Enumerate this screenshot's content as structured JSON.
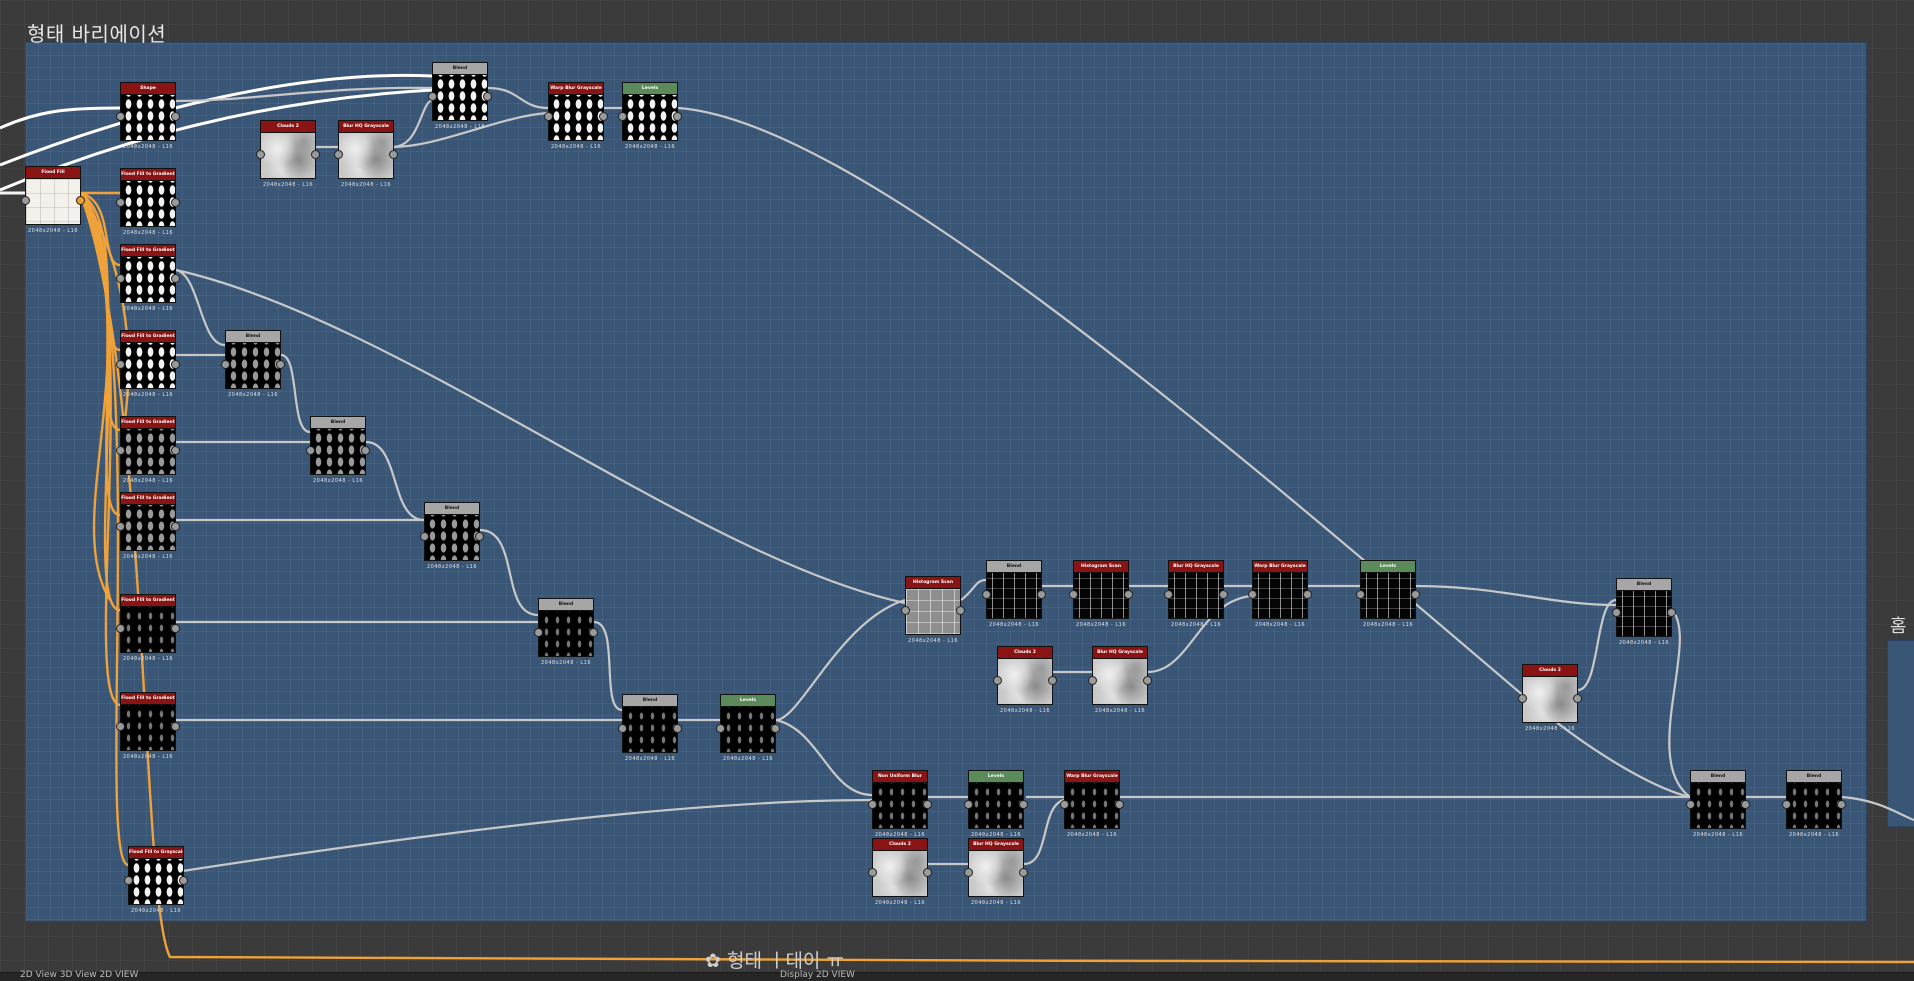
{
  "frame": {
    "title": "형태 바리에이션"
  },
  "side_frame": {
    "title": "홈"
  },
  "bottom_comment": "✿ 형태 ㅣ대이 ㅠ",
  "statusbar": {
    "left": "2D View  3D View  2D VIEW",
    "right": "Display 2D VIEW"
  },
  "nodes": [
    {
      "id": "n1",
      "title": "Shape",
      "color": "red",
      "thumb": "pat",
      "caption": "2048x2048 - L16"
    },
    {
      "id": "n2",
      "title": "Blend",
      "color": "gray",
      "thumb": "pat",
      "caption": "2048x2048 - L16"
    },
    {
      "id": "n3",
      "title": "Clouds 2",
      "color": "red",
      "thumb": "cloud",
      "caption": "2048x2048 - L16"
    },
    {
      "id": "n4",
      "title": "Blur HQ Grayscale",
      "color": "red",
      "thumb": "cloud",
      "caption": "2048x2048 - L16"
    },
    {
      "id": "n5",
      "title": "Warp Blur Grayscale",
      "color": "red",
      "thumb": "pat",
      "caption": "2048x2048 - L16"
    },
    {
      "id": "n6",
      "title": "Levels",
      "color": "green",
      "thumb": "pat",
      "caption": "2048x2048 - L16"
    },
    {
      "id": "n7",
      "title": "Flood Fill",
      "color": "red",
      "thumb": "white",
      "caption": "2048x2048 - L16"
    },
    {
      "id": "n8",
      "title": "Flood Fill to Gradient",
      "color": "red",
      "thumb": "pat",
      "caption": "2048x2048 - L16"
    },
    {
      "id": "n9",
      "title": "Flood Fill to Gradient",
      "color": "red",
      "thumb": "pat",
      "caption": "2048x2048 - L16"
    },
    {
      "id": "n10",
      "title": "Flood Fill to Gradient",
      "color": "red",
      "thumb": "pat",
      "caption": "2048x2048 - L16"
    },
    {
      "id": "n11",
      "title": "Blend",
      "color": "gray",
      "thumb": "pat dim",
      "caption": "2048x2048 - L16"
    },
    {
      "id": "n12",
      "title": "Flood Fill to Gradient",
      "color": "red",
      "thumb": "pat dim",
      "caption": "2048x2048 - L16"
    },
    {
      "id": "n13",
      "title": "Blend",
      "color": "gray",
      "thumb": "pat dim",
      "caption": "2048x2048 - L16"
    },
    {
      "id": "n14",
      "title": "Flood Fill to Gradient",
      "color": "red",
      "thumb": "pat dim",
      "caption": "2048x2048 - L16"
    },
    {
      "id": "n15",
      "title": "Blend",
      "color": "gray",
      "thumb": "pat dim",
      "caption": "2048x2048 - L16"
    },
    {
      "id": "n16",
      "title": "Flood Fill to Gradient",
      "color": "red",
      "thumb": "pat dark",
      "caption": "2048x2048 - L16"
    },
    {
      "id": "n17",
      "title": "Blend",
      "color": "gray",
      "thumb": "pat dark",
      "caption": "2048x2048 - L16"
    },
    {
      "id": "n18",
      "title": "Flood Fill to Gradient",
      "color": "red",
      "thumb": "pat dark",
      "caption": "2048x2048 - L16"
    },
    {
      "id": "n19",
      "title": "Blend",
      "color": "gray",
      "thumb": "pat dark",
      "caption": "2048x2048 - L16"
    },
    {
      "id": "n20",
      "title": "Levels",
      "color": "green",
      "thumb": "pat dark",
      "caption": "2048x2048 - L16"
    },
    {
      "id": "n21",
      "title": "Flood Fill to Grayscale",
      "color": "red",
      "thumb": "pat",
      "caption": "2048x2048 - L16"
    },
    {
      "id": "n22",
      "title": "Histogram Scan",
      "color": "red",
      "thumb": "gray",
      "caption": "2048x2048 - L16"
    },
    {
      "id": "n23",
      "title": "Blend",
      "color": "gray",
      "thumb": "lines",
      "caption": "2048x2048 - L16"
    },
    {
      "id": "n24",
      "title": "Histogram Scan",
      "color": "red",
      "thumb": "lines",
      "caption": "2048x2048 - L16"
    },
    {
      "id": "n25",
      "title": "Blur HQ Grayscale",
      "color": "red",
      "thumb": "lines",
      "caption": "2048x2048 - L16"
    },
    {
      "id": "n26",
      "title": "Warp Blur Grayscale",
      "color": "red",
      "thumb": "lines",
      "caption": "2048x2048 - L16"
    },
    {
      "id": "n27",
      "title": "Levels",
      "color": "green",
      "thumb": "lines",
      "caption": "2048x2048 - L16"
    },
    {
      "id": "n28",
      "title": "Clouds 2",
      "color": "red",
      "thumb": "cloud",
      "caption": "2048x2048 - L16"
    },
    {
      "id": "n29",
      "title": "Blur HQ Grayscale",
      "color": "red",
      "thumb": "cloud",
      "caption": "2048x2048 - L16"
    },
    {
      "id": "n30",
      "title": "Blend",
      "color": "gray",
      "thumb": "lines",
      "caption": "2048x2048 - L16"
    },
    {
      "id": "n31",
      "title": "Clouds 2",
      "color": "red",
      "thumb": "cloud",
      "caption": "2048x2048 - L16"
    },
    {
      "id": "n32",
      "title": "Non Uniform Blur",
      "color": "red",
      "thumb": "pat dark",
      "caption": "2048x2048 - L16"
    },
    {
      "id": "n33",
      "title": "Levels",
      "color": "green",
      "thumb": "pat dark",
      "caption": "2048x2048 - L16"
    },
    {
      "id": "n34",
      "title": "Warp Blur Grayscale",
      "color": "red",
      "thumb": "pat dark",
      "caption": "2048x2048 - L16"
    },
    {
      "id": "n35",
      "title": "Clouds 2",
      "color": "red",
      "thumb": "cloud",
      "caption": "2048x2048 - L16"
    },
    {
      "id": "n36",
      "title": "Blur HQ Grayscale",
      "color": "red",
      "thumb": "cloud",
      "caption": "2048x2048 - L16"
    },
    {
      "id": "n37",
      "title": "Blend",
      "color": "gray",
      "thumb": "pat dark",
      "caption": "2048x2048 - L16"
    },
    {
      "id": "n38",
      "title": "Blend",
      "color": "gray",
      "thumb": "pat dark",
      "caption": "2048x2048 - L16"
    }
  ]
}
